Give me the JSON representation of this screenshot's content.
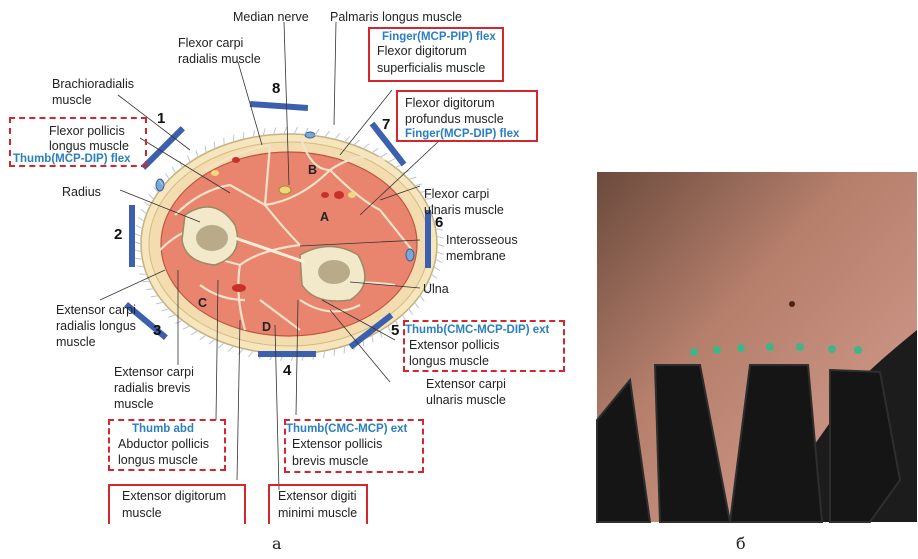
{
  "panel_a": {
    "caption": "a",
    "region_letters": {
      "a": "A",
      "b": "B",
      "c": "C",
      "d": "D"
    },
    "numbers": [
      "1",
      "2",
      "3",
      "4",
      "5",
      "6",
      "7",
      "8"
    ],
    "labels": {
      "median_nerve": "Median nerve",
      "palmaris_longus": "Palmaris longus muscle",
      "flexor_carpi_radialis_1": "Flexor carpi",
      "flexor_carpi_radialis_2": "radialis muscle",
      "brachioradialis_1": "Brachioradialis",
      "brachioradialis_2": "muscle",
      "radius": "Radius",
      "flexor_carpi_ulnaris_1": "Flexor carpi",
      "flexor_carpi_ulnaris_2": "ulnaris muscle",
      "interosseous_1": "Interosseous",
      "interosseous_2": "membrane",
      "ulna": "Ulna",
      "ecr_longus_1": "Extensor carpi",
      "ecr_longus_2": "radialis longus",
      "ecr_longus_3": "muscle",
      "ecr_brevis_1": "Extensor carpi",
      "ecr_brevis_2": "radialis brevis",
      "ecr_brevis_3": "muscle",
      "ecu_1": "Extensor carpi",
      "ecu_2": "ulnaris muscle"
    },
    "boxes": {
      "fds": {
        "func": "Finger(MCP-PIP) flex",
        "l1": "Flexor digitorum",
        "l2": "superficialis muscle"
      },
      "fdp": {
        "l1": "Flexor digitorum",
        "l2": "profundus muscle",
        "func": "Finger(MCP-DIP) flex"
      },
      "fpl": {
        "l1": "Flexor pollicis",
        "l2": "longus muscle",
        "func": "Thumb(MCP-DIP) flex"
      },
      "epl": {
        "func": "Thumb(CMC-MCP-DIP) ext",
        "l1": "Extensor pollicis",
        "l2": "longus muscle"
      },
      "apl": {
        "func": "Thumb  abd",
        "l1": "Abductor pollicis",
        "l2": "longus muscle"
      },
      "epb": {
        "func": "Thumb(CMC-MCP)  ext",
        "l1": "Extensor pollicis",
        "l2": "brevis muscle"
      },
      "ed": {
        "l1": "Extensor digitorum",
        "l2": "muscle"
      },
      "edm": {
        "l1": "Extensor digiti",
        "l2": "minimi muscle"
      }
    }
  },
  "panel_b": {
    "caption": "б"
  },
  "colors": {
    "muscle": "#e9856f",
    "fat": "#f3ddb0",
    "bone": "#f1e9c9",
    "marrow": "#b9aa8a",
    "box_red": "#d4262f",
    "func_blue": "#2a7fc0",
    "electrode": "#3c5fae"
  },
  "icons": [
    "forearm-cross-section",
    "electrode-bar",
    "wrist-photo"
  ]
}
